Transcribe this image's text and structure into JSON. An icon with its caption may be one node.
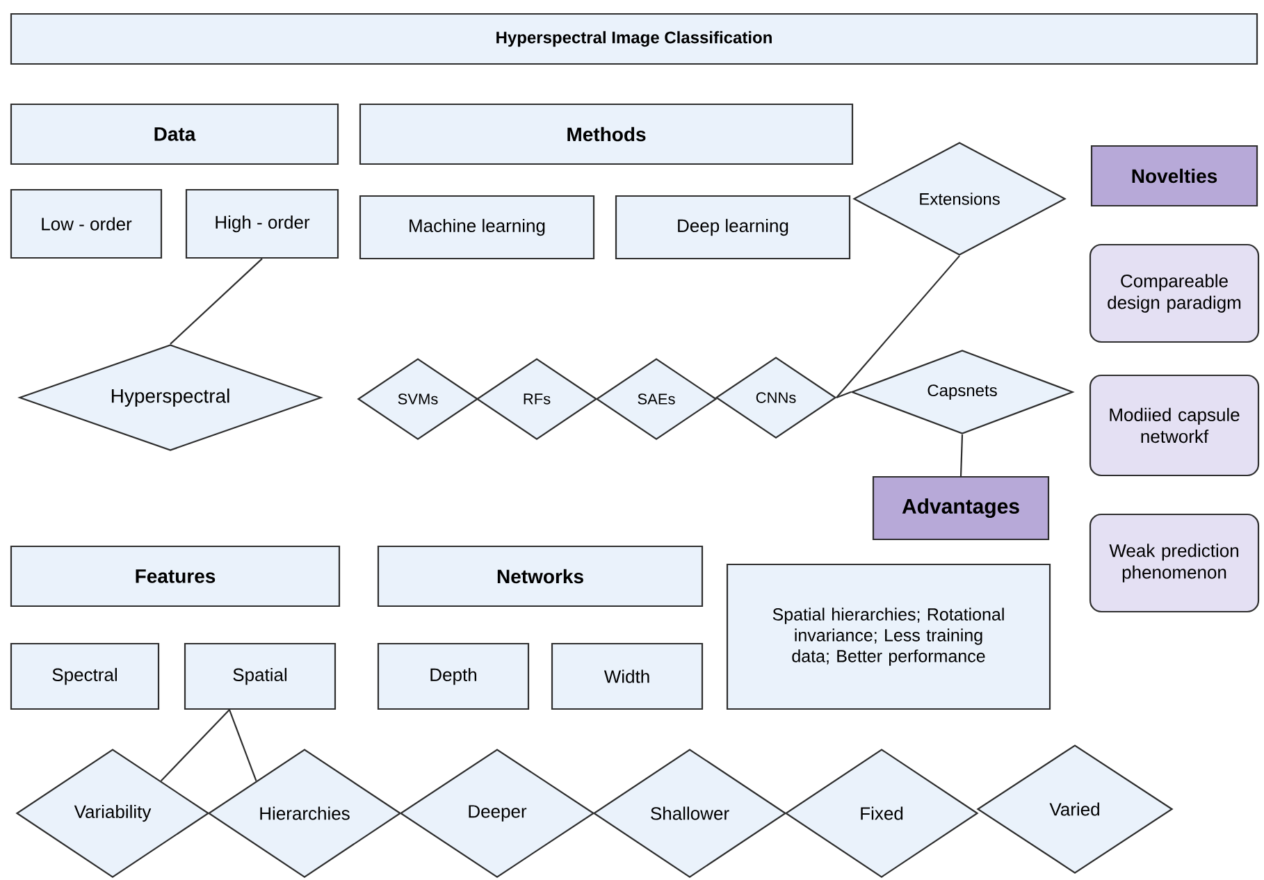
{
  "diagram": {
    "title": "Hyperspectral Image Classification",
    "nodes": [
      {
        "text": [
          "Data"
        ]
      },
      {
        "text": [
          "Methods"
        ]
      },
      {
        "text": [
          "Low - order"
        ]
      },
      {
        "text": [
          "High - order"
        ]
      },
      {
        "text": [
          "Machine learning"
        ]
      },
      {
        "text": [
          "Deep learning"
        ]
      },
      {
        "text": [
          "Extensions"
        ]
      },
      {
        "text": [
          "Novelties"
        ]
      },
      {
        "text": [
          "Compareable design paradigm"
        ]
      },
      {
        "text": [
          "Hyperspectral"
        ]
      },
      {
        "text": [
          "SVMs"
        ]
      },
      {
        "text": [
          "RFs"
        ]
      },
      {
        "text": [
          "SAEs"
        ]
      },
      {
        "text": [
          "CNNs"
        ]
      },
      {
        "text": [
          "Capsnets"
        ]
      },
      {
        "text": [
          "Modiied capsule networkf"
        ]
      },
      {
        "text": [
          "Advantages"
        ]
      },
      {
        "text": [
          "Weak prediction phenomenon"
        ]
      },
      {
        "text": [
          "Features"
        ]
      },
      {
        "text": [
          "Networks"
        ]
      },
      {
        "text": [
          "Spatial hierarchies; Rotational invariance; Less training data; Better performance"
        ]
      },
      {
        "text": [
          "Spectral"
        ]
      },
      {
        "text": [
          "Spatial"
        ]
      },
      {
        "text": [
          "Depth"
        ]
      },
      {
        "text": [
          "Width"
        ]
      },
      {
        "text": [
          "Variability"
        ]
      },
      {
        "text": [
          "Hierarchies"
        ]
      },
      {
        "text": [
          "Deeper"
        ]
      },
      {
        "text": [
          "Shallower"
        ]
      },
      {
        "text": [
          "Fixed"
        ]
      },
      {
        "text": [
          "Varied"
        ]
      }
    ],
    "edges": [
      {
        "from": 3,
        "to": 9,
        "arrow": "none"
      },
      {
        "from": 13,
        "to": 6,
        "arrow": "none"
      },
      {
        "from": 13,
        "to": 14,
        "arrow": "none"
      },
      {
        "from": 14,
        "to": 16,
        "arrow": "none"
      },
      {
        "from": 22,
        "to": 25,
        "arrow": "none"
      },
      {
        "from": 22,
        "to": 26,
        "arrow": "none"
      }
    ]
  }
}
